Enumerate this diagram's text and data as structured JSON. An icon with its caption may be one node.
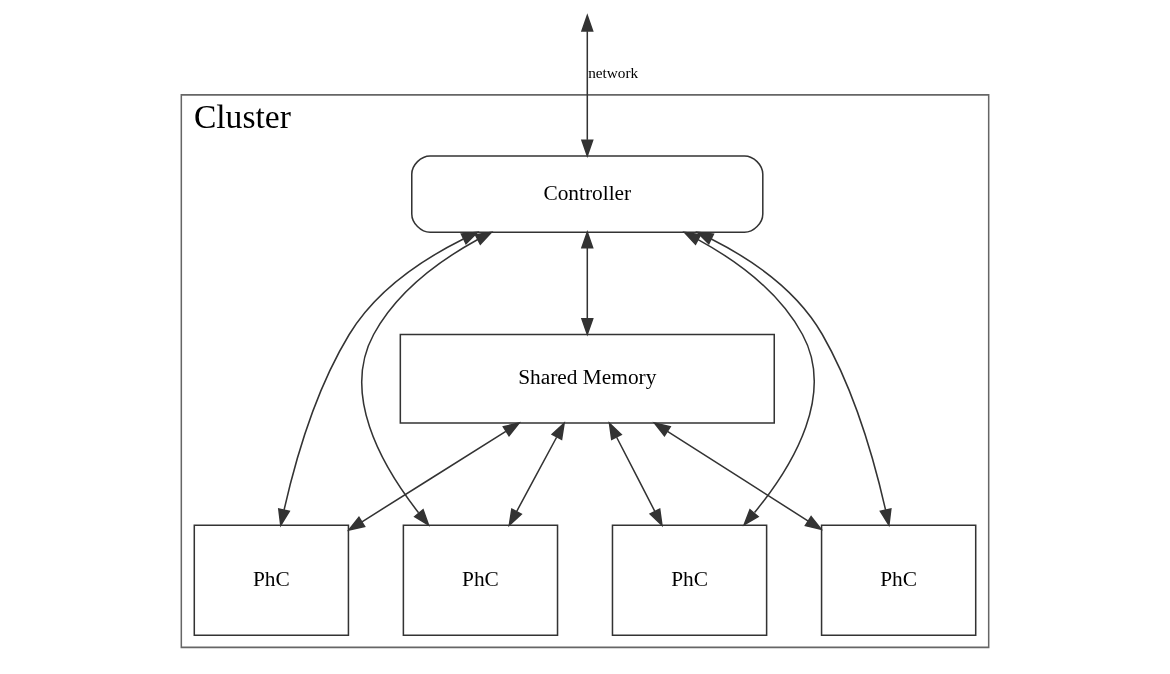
{
  "diagram": {
    "nodes": [
      {
        "text": [
          "Cluster"
        ]
      },
      {
        "text": [
          "Controller"
        ],
        "in": 0
      },
      {
        "text": [
          "Shared Memory"
        ],
        "in": 0
      },
      {
        "text": [
          "PhC"
        ],
        "in": 0
      },
      {
        "text": [
          "PhC"
        ],
        "in": 0
      },
      {
        "text": [
          "PhC"
        ],
        "in": 0
      },
      {
        "text": [
          "PhC"
        ],
        "in": 0
      }
    ],
    "edges": [
      {
        "from": null,
        "to": 1,
        "arrow": "both",
        "label": "network"
      },
      {
        "from": 1,
        "to": 2,
        "arrow": "both"
      },
      {
        "from": 2,
        "to": 3,
        "arrow": "both"
      },
      {
        "from": 1,
        "to": 3,
        "arrow": "both"
      },
      {
        "from": 2,
        "to": 4,
        "arrow": "both"
      },
      {
        "from": 1,
        "to": 4,
        "arrow": "both"
      },
      {
        "from": 2,
        "to": 5,
        "arrow": "both"
      },
      {
        "from": 1,
        "to": 5,
        "arrow": "both"
      },
      {
        "from": 2,
        "to": 6,
        "arrow": "both"
      },
      {
        "from": 1,
        "to": 6,
        "arrow": "both"
      }
    ]
  }
}
